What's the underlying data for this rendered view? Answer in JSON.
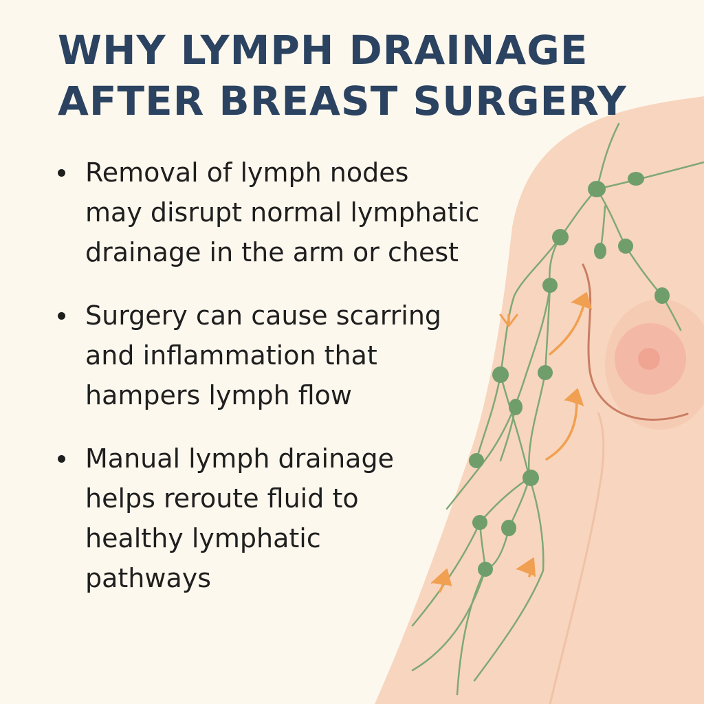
{
  "title": {
    "line1": "WHY LYMPH DRAINAGE",
    "line2": "AFTER BREAST SURGERY"
  },
  "bullets": [
    {
      "lines": [
        "Removal of lymph nodes",
        "may disrupt normal lymphatic",
        "drainage in the arm or chest"
      ]
    },
    {
      "lines": [
        "Surgery can cause scarring",
        "and inflammation that",
        "hampers lymph flow"
      ]
    },
    {
      "lines": [
        "Manual lymph drainage",
        "helps reroute fluid to",
        "healthy lymphatic",
        "pathways"
      ]
    }
  ],
  "colors": {
    "background": "#fdf8ee",
    "title": "#2b4361",
    "text": "#1f1f1f",
    "skin": "#f8d5be",
    "lymph_vessel": "#7fa875",
    "lymph_node": "#6f9e6b",
    "flow_arrow": "#f0a050",
    "areola": "#f3b2a2"
  }
}
